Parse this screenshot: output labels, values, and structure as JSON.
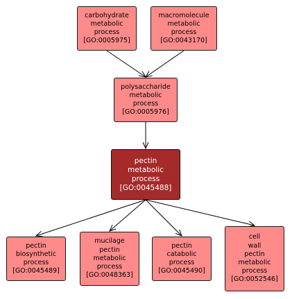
{
  "colors": {
    "node_fill": "#fe8a8a",
    "focus_fill": "#a52a2a",
    "edge": "#000000"
  },
  "nodes": {
    "carbohydrate": {
      "lines": [
        "carbohydrate",
        "metabolic",
        "process",
        "[GO:0005975]"
      ]
    },
    "macromolecule": {
      "lines": [
        "macromolecule",
        "metabolic",
        "process",
        "[GO:0043170]"
      ]
    },
    "polysaccharide": {
      "lines": [
        "polysaccharide",
        "metabolic",
        "process",
        "[GO:0005976]"
      ]
    },
    "pectin_metabolic": {
      "lines": [
        "pectin",
        "metabolic",
        "process",
        "[GO:0045488]"
      ]
    },
    "pectin_biosynthetic": {
      "lines": [
        "pectin",
        "biosynthetic",
        "process",
        "[GO:0045489]"
      ]
    },
    "mucilage": {
      "lines": [
        "mucilage",
        "pectin",
        "metabolic",
        "process",
        "[GO:0048363]"
      ]
    },
    "pectin_catabolic": {
      "lines": [
        "pectin",
        "catabolic",
        "process",
        "[GO:0045490]"
      ]
    },
    "cell_wall": {
      "lines": [
        "cell",
        "wall",
        "pectin",
        "metabolic",
        "process",
        "[GO:0052546]"
      ]
    }
  },
  "edges": [
    {
      "from": "carbohydrate",
      "to": "polysaccharide"
    },
    {
      "from": "macromolecule",
      "to": "polysaccharide"
    },
    {
      "from": "polysaccharide",
      "to": "pectin_metabolic"
    },
    {
      "from": "pectin_metabolic",
      "to": "pectin_biosynthetic"
    },
    {
      "from": "pectin_metabolic",
      "to": "mucilage"
    },
    {
      "from": "pectin_metabolic",
      "to": "pectin_catabolic"
    },
    {
      "from": "pectin_metabolic",
      "to": "cell_wall"
    }
  ]
}
